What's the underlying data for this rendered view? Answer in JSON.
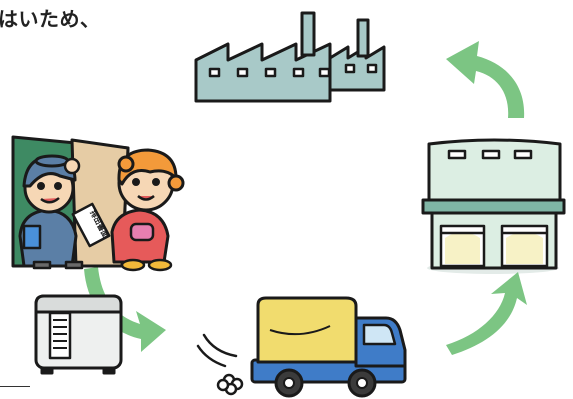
{
  "caption": {
    "text": "はいため、"
  },
  "illustration": {
    "nodes": [
      {
        "id": "factory",
        "icon": "factory-icon"
      },
      {
        "id": "warehouse",
        "icon": "warehouse-icon"
      },
      {
        "id": "truck",
        "icon": "delivery-truck-icon"
      },
      {
        "id": "handover",
        "icon": "worker-handing-document-to-resident-icon"
      },
      {
        "id": "appliance",
        "icon": "appliance-unit-icon"
      }
    ],
    "flow": [
      "appliance",
      "truck",
      "warehouse",
      "factory"
    ],
    "document_label": "排出書面",
    "colors": {
      "arrow": "#7cc583",
      "building": "#a8c9c8",
      "warehouse_body": "#dceee3",
      "truck_cargo": "#f1dc6e",
      "truck_cab": "#3f7cc8",
      "outline": "#1a1a1a"
    }
  }
}
